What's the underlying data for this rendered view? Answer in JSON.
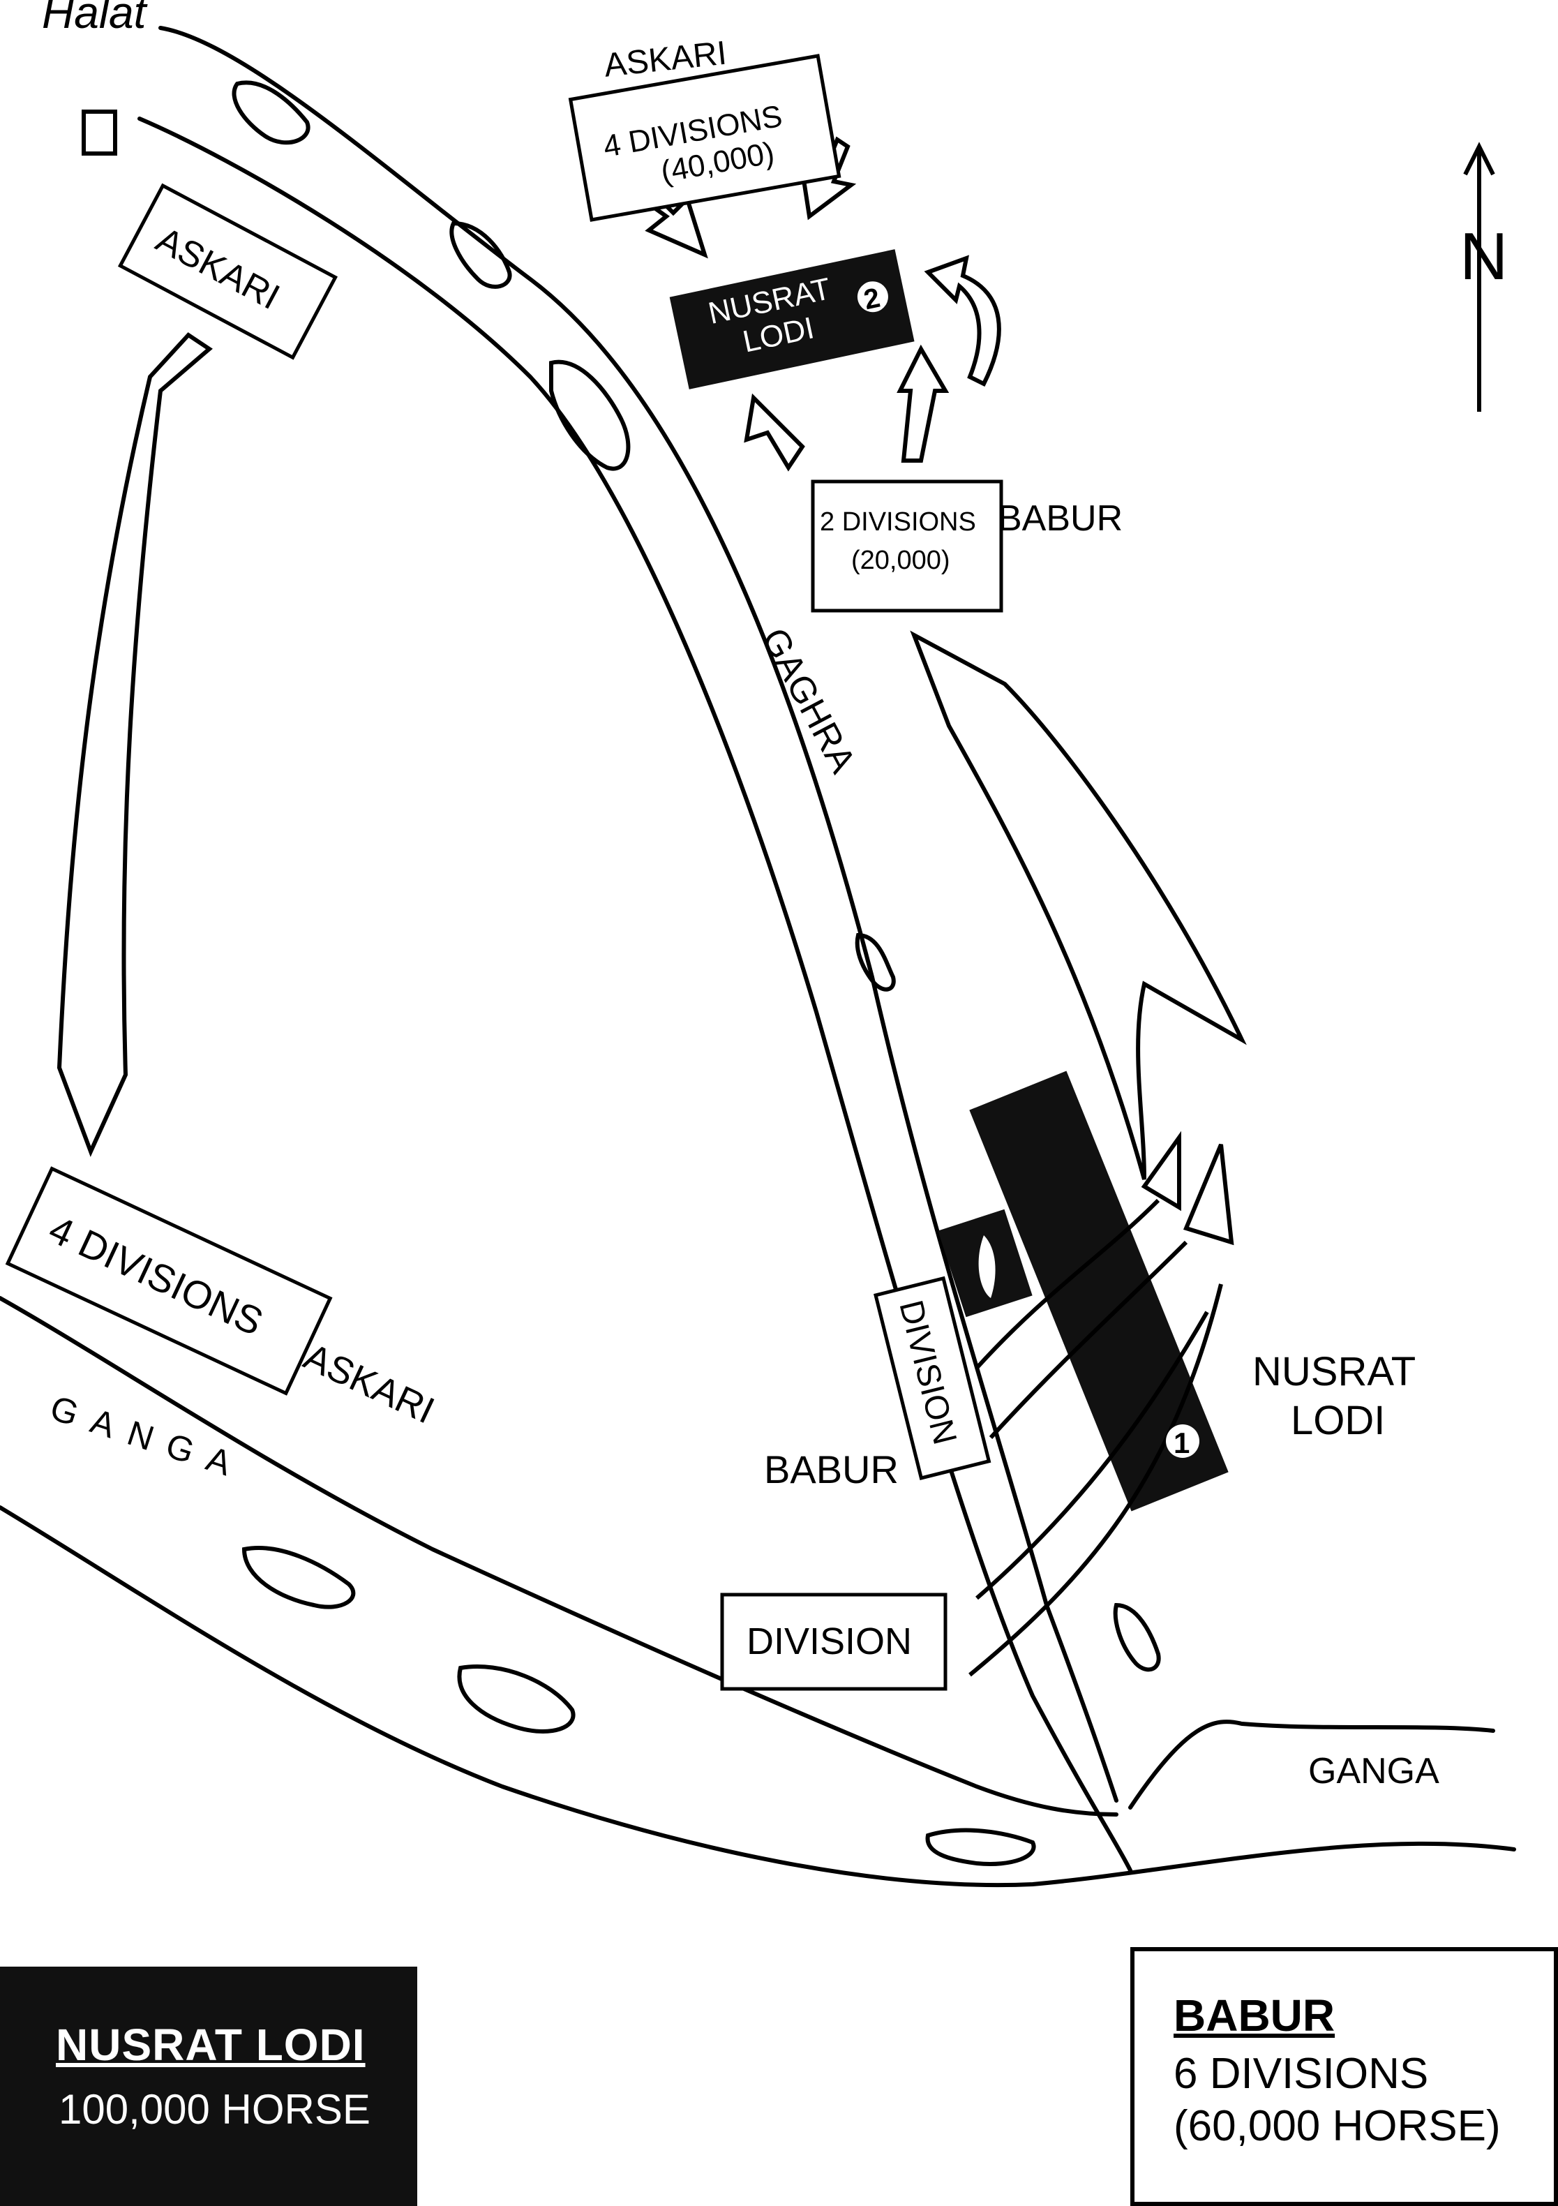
{
  "handwritten_note": "Halat",
  "rivers": {
    "gaghra": "GAGHRA",
    "ganga_west": "GANGA",
    "ganga_east": "GANGA"
  },
  "top": {
    "askari_label": "ASKARI",
    "askari_box_line1": "4 DIVISIONS",
    "askari_box_line2": "(40,000)",
    "nusrat_box_line1": "NUSRAT",
    "nusrat_box_line2": "LODI",
    "phase_2": "2",
    "babur_box_line1": "2 DIVISIONS",
    "babur_box_line2": "(20,000)",
    "babur_label": "BABUR"
  },
  "west": {
    "askari_box": "ASKARI",
    "divisions_box": "4 DIVISIONS",
    "askari_label": "ASKARI"
  },
  "south": {
    "division_vertical": "DIVISION",
    "babur_label": "BABUR",
    "division_box": "DIVISION",
    "phase_1": "1",
    "nusrat_line1": "NUSRAT",
    "nusrat_line2": "LODI"
  },
  "compass": {
    "north": "N"
  },
  "legend": {
    "nusrat_title": "NUSRAT LODI",
    "nusrat_strength": "100,000 HORSE",
    "babur_title": "BABUR",
    "babur_line1": "6 DIVISIONS",
    "babur_line2": "(60,000 HORSE)"
  }
}
